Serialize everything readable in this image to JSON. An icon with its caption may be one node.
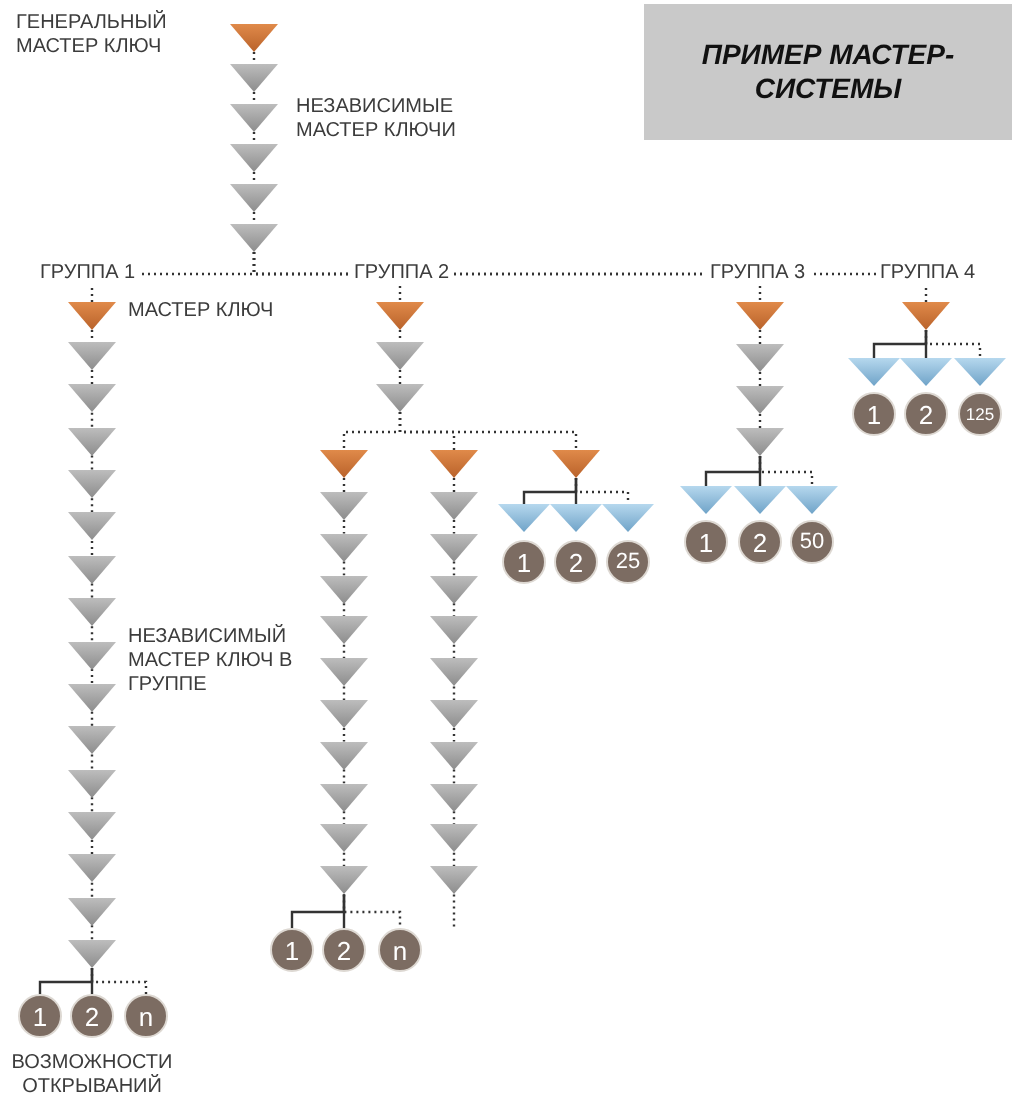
{
  "diagram": {
    "title": "ПРИМЕР МАСТЕР-СИСТЕМЫ",
    "nodes": [
      {
        "text": [],
        "shape": "triangle",
        "beside": [
          "ГЕНЕРАЛЬНЫЙ МАСТЕР КЛЮЧ"
        ]
      },
      {
        "text": [],
        "shape": "triangle"
      },
      {
        "text": [],
        "shape": "triangle",
        "beside": [
          "НЕЗАВИСИМЫЕ МАСТЕР КЛЮЧИ"
        ]
      },
      {
        "text": [],
        "shape": "triangle"
      },
      {
        "text": [],
        "shape": "triangle"
      },
      {
        "text": [],
        "shape": "triangle"
      },
      {
        "text": [],
        "shape": "triangle",
        "beside": [
          "МАСТЕР КЛЮЧ"
        ]
      },
      {
        "text": [],
        "shape": "triangle"
      },
      {
        "text": [],
        "shape": "triangle"
      },
      {
        "text": [],
        "shape": "triangle"
      },
      {
        "text": [],
        "shape": "triangle"
      },
      {
        "text": [],
        "shape": "triangle"
      },
      {
        "text": [],
        "shape": "triangle"
      },
      {
        "text": [],
        "shape": "triangle"
      },
      {
        "text": [],
        "shape": "triangle",
        "beside": [
          "НЕЗАВИСИМЫЙ МАСТЕР КЛЮЧ В ГРУППЕ"
        ]
      },
      {
        "text": [],
        "shape": "triangle"
      },
      {
        "text": [],
        "shape": "triangle"
      },
      {
        "text": [],
        "shape": "triangle"
      },
      {
        "text": [],
        "shape": "triangle"
      },
      {
        "text": [],
        "shape": "triangle"
      },
      {
        "text": [],
        "shape": "triangle"
      },
      {
        "text": [],
        "shape": "triangle"
      },
      {
        "text": [
          "1"
        ]
      },
      {
        "text": [
          "2"
        ]
      },
      {
        "text": [
          "n"
        ]
      },
      {
        "text": [],
        "shape": "triangle"
      },
      {
        "text": [],
        "shape": "triangle"
      },
      {
        "text": [],
        "shape": "triangle"
      },
      {
        "text": [],
        "shape": "triangle"
      },
      {
        "text": [],
        "shape": "triangle"
      },
      {
        "text": [],
        "shape": "triangle"
      },
      {
        "text": [],
        "shape": "triangle"
      },
      {
        "text": [],
        "shape": "triangle"
      },
      {
        "text": [],
        "shape": "triangle"
      },
      {
        "text": [],
        "shape": "triangle"
      },
      {
        "text": [],
        "shape": "triangle"
      },
      {
        "text": [],
        "shape": "triangle"
      },
      {
        "text": [],
        "shape": "triangle"
      },
      {
        "text": [],
        "shape": "triangle"
      },
      {
        "text": [
          "1"
        ]
      },
      {
        "text": [
          "2"
        ]
      },
      {
        "text": [
          "n"
        ]
      },
      {
        "text": [],
        "shape": "triangle"
      },
      {
        "text": [],
        "shape": "triangle"
      },
      {
        "text": [],
        "shape": "triangle"
      },
      {
        "text": [],
        "shape": "triangle"
      },
      {
        "text": [],
        "shape": "triangle"
      },
      {
        "text": [],
        "shape": "triangle"
      },
      {
        "text": [],
        "shape": "triangle"
      },
      {
        "text": [],
        "shape": "triangle"
      },
      {
        "text": [],
        "shape": "triangle"
      },
      {
        "text": [],
        "shape": "triangle"
      },
      {
        "text": [],
        "shape": "triangle"
      },
      {
        "text": [],
        "shape": "triangle"
      },
      {
        "text": [],
        "shape": "triangle"
      },
      {
        "text": [],
        "shape": "triangle"
      },
      {
        "text": [],
        "shape": "triangle"
      },
      {
        "text": [
          "1"
        ]
      },
      {
        "text": [
          "2"
        ]
      },
      {
        "text": [
          "25"
        ]
      },
      {
        "text": [],
        "shape": "triangle"
      },
      {
        "text": [],
        "shape": "triangle"
      },
      {
        "text": [],
        "shape": "triangle"
      },
      {
        "text": [],
        "shape": "triangle"
      },
      {
        "text": [],
        "shape": "triangle"
      },
      {
        "text": [],
        "shape": "triangle"
      },
      {
        "text": [],
        "shape": "triangle"
      },
      {
        "text": [
          "1"
        ]
      },
      {
        "text": [
          "2"
        ]
      },
      {
        "text": [
          "50"
        ]
      },
      {
        "text": [],
        "shape": "triangle"
      },
      {
        "text": [],
        "shape": "triangle"
      },
      {
        "text": [],
        "shape": "triangle"
      },
      {
        "text": [],
        "shape": "triangle"
      },
      {
        "text": [
          "1"
        ]
      },
      {
        "text": [
          "2"
        ]
      },
      {
        "text": [
          "125"
        ]
      }
    ],
    "edges": [
      {
        "from": 0,
        "to": 1,
        "arrow": "none",
        "style": "dashed"
      },
      {
        "from": 1,
        "to": 2,
        "arrow": "none",
        "style": "dashed"
      },
      {
        "from": 2,
        "to": 3,
        "arrow": "none",
        "style": "dashed"
      },
      {
        "from": 3,
        "to": 4,
        "arrow": "none",
        "style": "dashed"
      },
      {
        "from": 4,
        "to": 5,
        "arrow": "none",
        "style": "dashed"
      },
      {
        "from": 5,
        "to": 6,
        "arrow": "none",
        "style": "dashed"
      },
      {
        "from": 5,
        "to": 25,
        "arrow": "none",
        "style": "dashed"
      },
      {
        "from": 5,
        "to": 60,
        "arrow": "none",
        "style": "dashed"
      },
      {
        "from": 5,
        "to": 70,
        "arrow": "none",
        "style": "dashed"
      },
      {
        "from": 6,
        "to": 7,
        "arrow": "none",
        "style": "dashed"
      },
      {
        "from": 7,
        "to": 8,
        "arrow": "none",
        "style": "dashed"
      },
      {
        "from": 8,
        "to": 9,
        "arrow": "none",
        "style": "dashed"
      },
      {
        "from": 9,
        "to": 10,
        "arrow": "none",
        "style": "dashed"
      },
      {
        "from": 10,
        "to": 11,
        "arrow": "none",
        "style": "dashed"
      },
      {
        "from": 11,
        "to": 12,
        "arrow": "none",
        "style": "dashed"
      },
      {
        "from": 12,
        "to": 13,
        "arrow": "none",
        "style": "dashed"
      },
      {
        "from": 13,
        "to": 14,
        "arrow": "none",
        "style": "dashed"
      },
      {
        "from": 14,
        "to": 15,
        "arrow": "none",
        "style": "dashed"
      },
      {
        "from": 15,
        "to": 16,
        "arrow": "none",
        "style": "dashed"
      },
      {
        "from": 16,
        "to": 17,
        "arrow": "none",
        "style": "dashed"
      },
      {
        "from": 17,
        "to": 18,
        "arrow": "none",
        "style": "dashed"
      },
      {
        "from": 18,
        "to": 19,
        "arrow": "none",
        "style": "dashed"
      },
      {
        "from": 19,
        "to": 20,
        "arrow": "none",
        "style": "dashed"
      },
      {
        "from": 20,
        "to": 21,
        "arrow": "none",
        "style": "dashed"
      },
      {
        "from": 21,
        "to": 22,
        "arrow": "none"
      },
      {
        "from": 21,
        "to": 23,
        "arrow": "none"
      },
      {
        "from": 21,
        "to": 24,
        "arrow": "none",
        "style": "dashed"
      },
      {
        "from": 25,
        "to": 26,
        "arrow": "none",
        "style": "dashed"
      },
      {
        "from": 26,
        "to": 27,
        "arrow": "none",
        "style": "dashed"
      },
      {
        "from": 27,
        "to": 28,
        "arrow": "none",
        "style": "dashed"
      },
      {
        "from": 27,
        "to": 42,
        "arrow": "none",
        "style": "dashed"
      },
      {
        "from": 27,
        "to": 53,
        "arrow": "none",
        "style": "dashed"
      },
      {
        "from": 28,
        "to": 29,
        "arrow": "none",
        "style": "dashed"
      },
      {
        "from": 29,
        "to": 30,
        "arrow": "none",
        "style": "dashed"
      },
      {
        "from": 30,
        "to": 31,
        "arrow": "none",
        "style": "dashed"
      },
      {
        "from": 31,
        "to": 32,
        "arrow": "none",
        "style": "dashed"
      },
      {
        "from": 32,
        "to": 33,
        "arrow": "none",
        "style": "dashed"
      },
      {
        "from": 33,
        "to": 34,
        "arrow": "none",
        "style": "dashed"
      },
      {
        "from": 34,
        "to": 35,
        "arrow": "none",
        "style": "dashed"
      },
      {
        "from": 35,
        "to": 36,
        "arrow": "none",
        "style": "dashed"
      },
      {
        "from": 36,
        "to": 37,
        "arrow": "none",
        "style": "dashed"
      },
      {
        "from": 37,
        "to": 38,
        "arrow": "none",
        "style": "dashed"
      },
      {
        "from": 38,
        "to": 39,
        "arrow": "none"
      },
      {
        "from": 38,
        "to": 40,
        "arrow": "none"
      },
      {
        "from": 38,
        "to": 41,
        "arrow": "none",
        "style": "dashed"
      },
      {
        "from": 42,
        "to": 43,
        "arrow": "none",
        "style": "dashed"
      },
      {
        "from": 43,
        "to": 44,
        "arrow": "none",
        "style": "dashed"
      },
      {
        "from": 44,
        "to": 45,
        "arrow": "none",
        "style": "dashed"
      },
      {
        "from": 45,
        "to": 46,
        "arrow": "none",
        "style": "dashed"
      },
      {
        "from": 46,
        "to": 47,
        "arrow": "none",
        "style": "dashed"
      },
      {
        "from": 47,
        "to": 48,
        "arrow": "none",
        "style": "dashed"
      },
      {
        "from": 48,
        "to": 49,
        "arrow": "none",
        "style": "dashed"
      },
      {
        "from": 49,
        "to": 50,
        "arrow": "none",
        "style": "dashed"
      },
      {
        "from": 50,
        "to": 51,
        "arrow": "none",
        "style": "dashed"
      },
      {
        "from": 51,
        "to": 52,
        "arrow": "none",
        "style": "dashed"
      },
      {
        "from": 52,
        "to": null,
        "arrow": "none",
        "style": "dashed"
      },
      {
        "from": 53,
        "to": 54,
        "arrow": "none"
      },
      {
        "from": 53,
        "to": 55,
        "arrow": "none"
      },
      {
        "from": 53,
        "to": 56,
        "arrow": "none",
        "style": "dashed"
      },
      {
        "from": 60,
        "to": 61,
        "arrow": "none",
        "style": "dashed"
      },
      {
        "from": 61,
        "to": 62,
        "arrow": "none",
        "style": "dashed"
      },
      {
        "from": 62,
        "to": 63,
        "arrow": "none",
        "style": "dashed"
      },
      {
        "from": 63,
        "to": 64,
        "arrow": "none"
      },
      {
        "from": 63,
        "to": 65,
        "arrow": "none"
      },
      {
        "from": 63,
        "to": 66,
        "arrow": "none",
        "style": "dashed"
      },
      {
        "from": 70,
        "to": 71,
        "arrow": "none"
      },
      {
        "from": 70,
        "to": 72,
        "arrow": "none"
      },
      {
        "from": 70,
        "to": 73,
        "arrow": "none",
        "style": "dashed"
      }
    ],
    "labels": [
      "ГРУППА 1",
      "ГРУППА 2",
      "ГРУППА 3",
      "ГРУППА 4",
      "ВОЗМОЖНОСТИ ОТКРЫВАНИЙ"
    ]
  }
}
